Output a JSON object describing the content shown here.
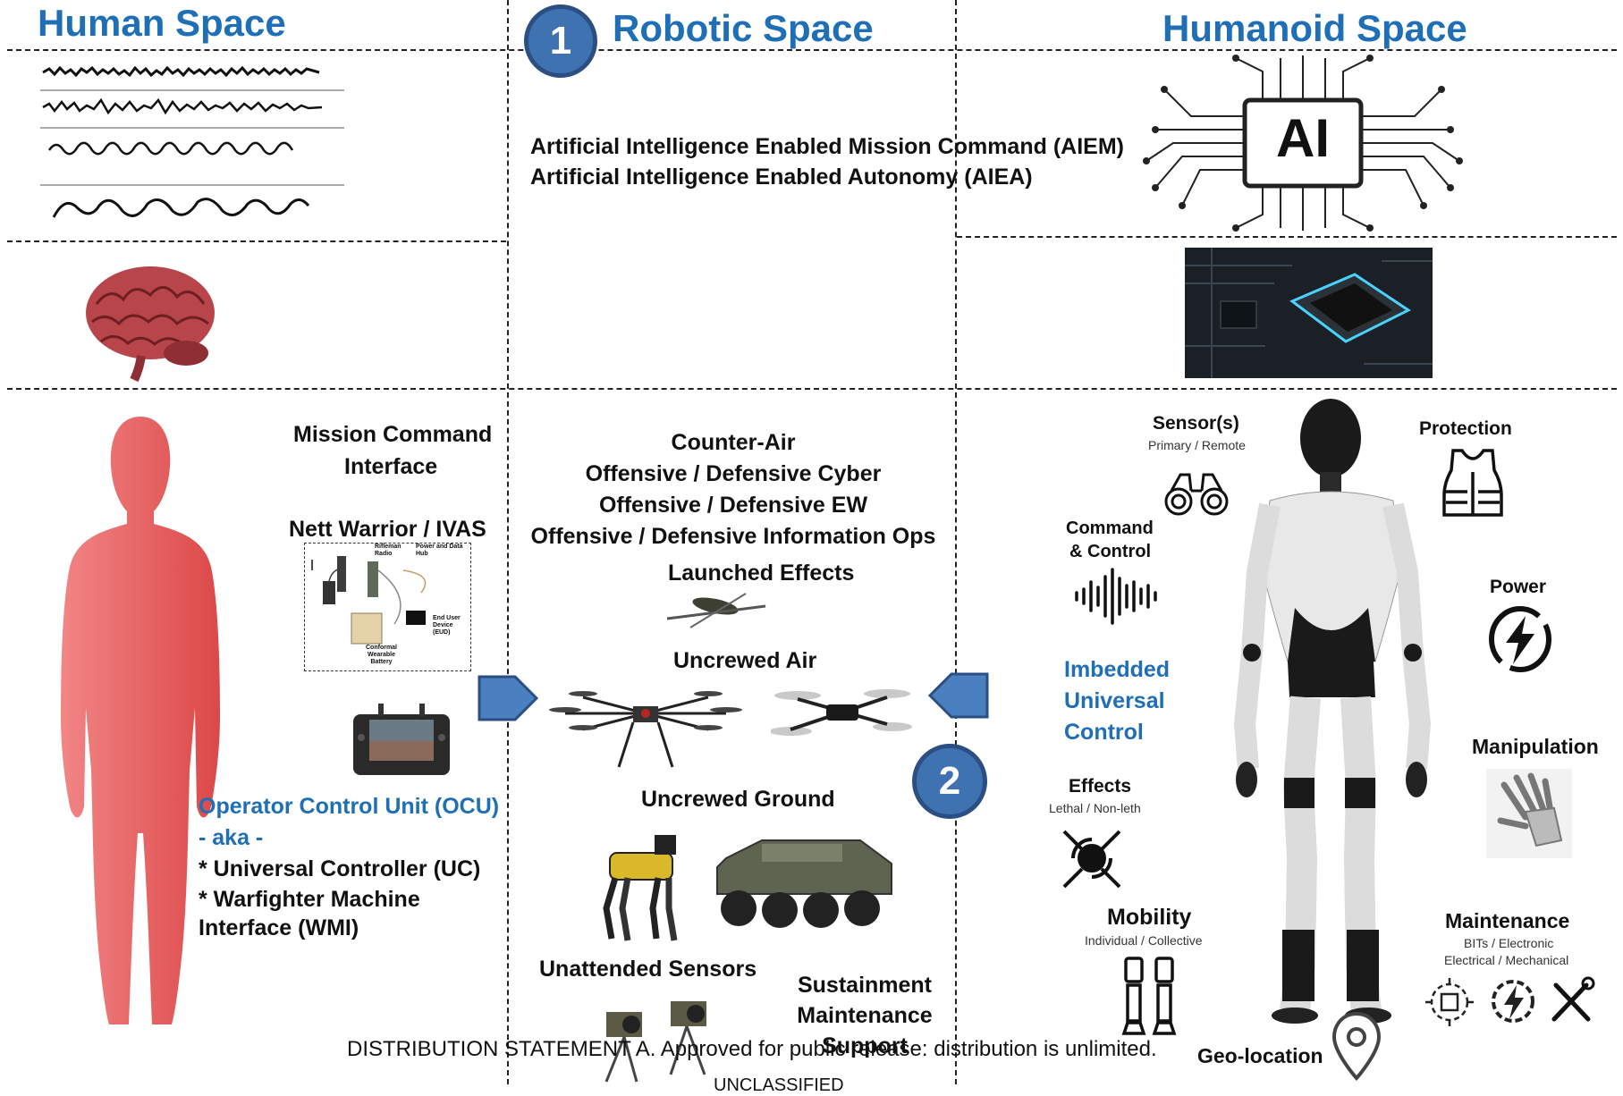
{
  "headers": {
    "human_space": "Human Space",
    "robotic_space": "Robotic Space",
    "humanoid_space": "Humanoid Space"
  },
  "badges": {
    "one": "1",
    "two": "2"
  },
  "ai": {
    "chip_text": "AI",
    "line1": "Artificial Intelligence Enabled Mission Command (AIEM)",
    "line2": "Artificial Intelligence Enabled Autonomy (AIEA)"
  },
  "human": {
    "mission_command": [
      "Mission Command",
      "Interface"
    ],
    "nett_warrior": "Nett Warrior / IVAS",
    "nett_diagram": {
      "rifleman_radio": [
        "Rifleman",
        "Radio"
      ],
      "power_hub": [
        "Power and Data",
        "Hub"
      ],
      "end_user_device": [
        "End User",
        "Device",
        "(EUD)"
      ],
      "battery": [
        "Conformal",
        "Wearable",
        "Battery"
      ]
    },
    "ocu_title": "Operator Control Unit (OCU)",
    "aka": "- aka -",
    "uc": "* Universal Controller (UC)",
    "wmi_1": "* Warfighter Machine",
    "wmi_2": "Interface (WMI)"
  },
  "robotic": {
    "counter_air": "Counter-Air",
    "cyber": "Offensive / Defensive Cyber",
    "ew": "Offensive / Defensive EW",
    "info_ops": "Offensive / Defensive Information Ops",
    "launched_effects": "Launched Effects",
    "uncrewed_air": "Uncrewed Air",
    "uncrewed_ground": "Uncrewed Ground",
    "unattended_sensors": "Unattended Sensors",
    "sustainment": [
      "Sustainment",
      "Maintenance",
      "Support"
    ]
  },
  "humanoid": {
    "sensors": "Sensor(s)",
    "sensors_sub": "Primary / Remote",
    "protection": "Protection",
    "command": [
      "Command",
      "& Control"
    ],
    "power": "Power",
    "imbedded": [
      "Imbedded",
      "Universal",
      "Control"
    ],
    "manipulation": "Manipulation",
    "effects": "Effects",
    "effects_sub": "Lethal / Non-leth",
    "mobility": "Mobility",
    "mobility_sub": "Individual / Collective",
    "maintenance": "Maintenance",
    "maintenance_sub": [
      "BITs / Electronic",
      "Electrical / Mechanical"
    ],
    "geo": "Geo-location"
  },
  "footer": {
    "distribution": "DISTRIBUTION STATEMENT A. Approved for public release: distribution is unlimited.",
    "classification": "UNCLASSIFIED"
  },
  "colors": {
    "header_blue": "#1f6fb6",
    "badge_blue": "#3f72b0",
    "human_figure": "#e85a5a",
    "robot_white": "#e8e8e8",
    "robot_black": "#1a1a1a"
  },
  "icons": [
    "brain-icon",
    "binoculars-icon",
    "vest-icon",
    "sound-wave-icon",
    "lightning-icon",
    "robot-hand-icon",
    "target-icon",
    "robot-legs-icon",
    "circuit-gear-icon",
    "wrench-screwdriver-icon",
    "location-pin-icon",
    "chip-icon"
  ]
}
